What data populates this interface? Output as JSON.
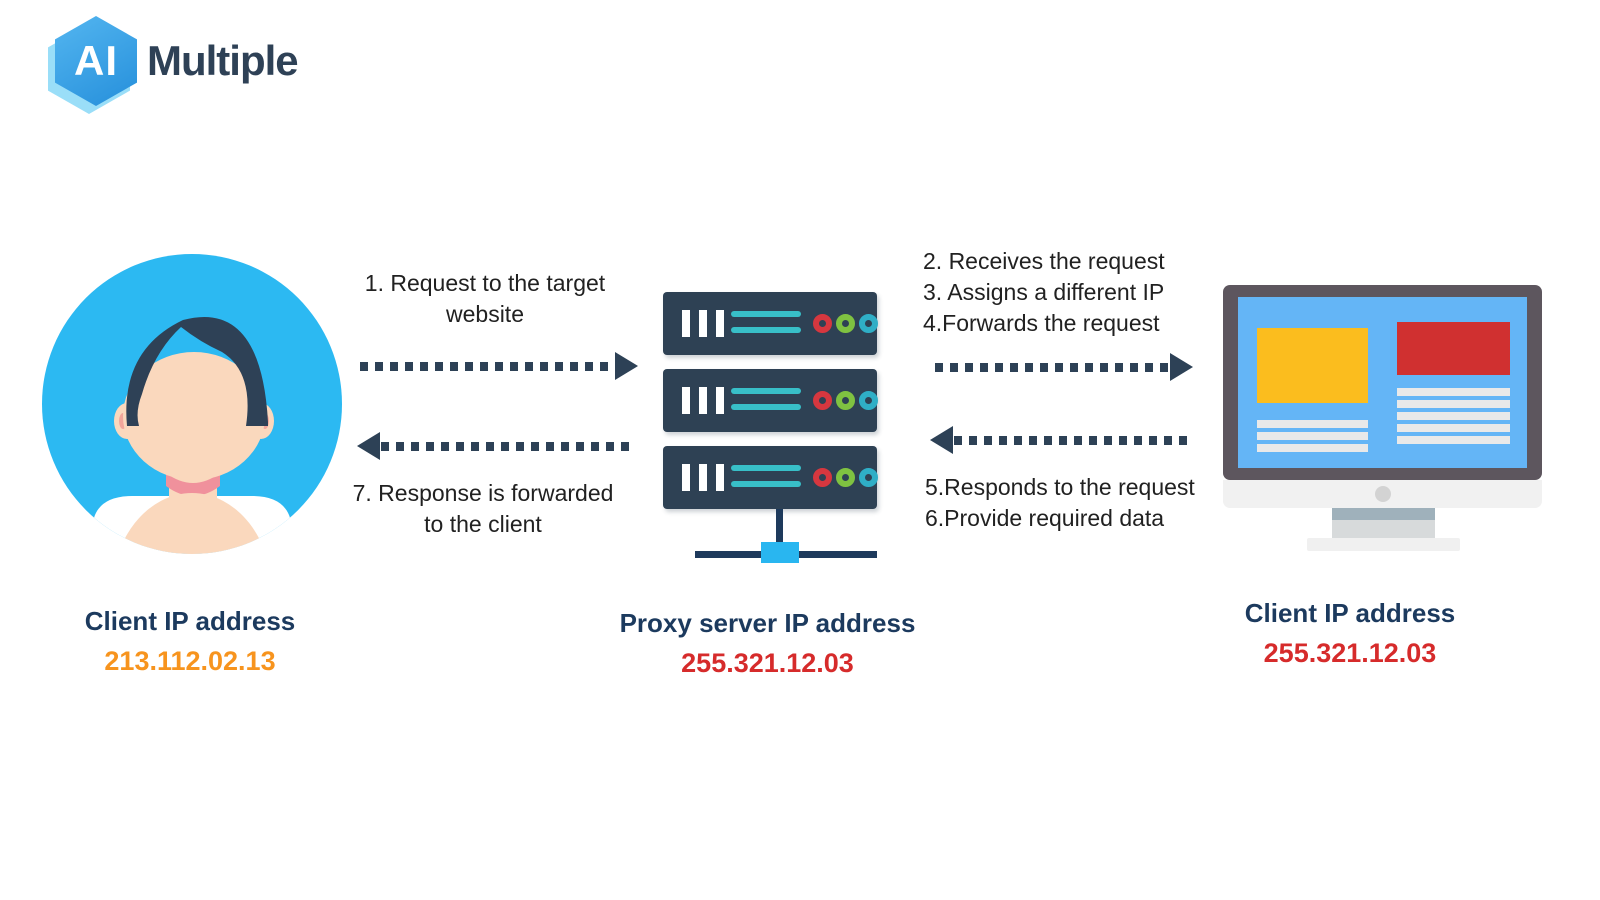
{
  "logo": {
    "hex_text": "AI",
    "wordmark": "Multiple",
    "hex_color": "#2f96de",
    "hex_shadow": "#9adef8",
    "wordmark_color": "#2e4156"
  },
  "flow": {
    "client": {
      "title": "Client IP address",
      "ip": "213.112.02.13",
      "ip_color": "#f7941e"
    },
    "proxy": {
      "title": "Proxy server IP address",
      "ip": "255.321.12.03",
      "ip_color": "#d62b2b"
    },
    "website": {
      "title": "Client IP address",
      "ip": "255.321.12.03",
      "ip_color": "#d62b2b"
    }
  },
  "steps": {
    "request_line1": "1. Request to the target",
    "request_line2": "website",
    "forward_lines": [
      "2. Receives the request",
      "3. Assigns a different IP",
      "4.Forwards the request"
    ],
    "respond_lines": [
      "5.Responds to the request",
      "6.Provide required data"
    ],
    "response_line1": "7. Response is forwarded",
    "response_line2": "to the client"
  },
  "colors": {
    "arrow": "#2d4156",
    "heading": "#1c3a5e",
    "step_text": "#212121",
    "server_body": "#2e4154",
    "server_vent": "#38bfc8",
    "led_red": "#d6373f",
    "led_green": "#7fc241",
    "led_teal": "#2faec6",
    "connector_blue": "#29b6f0",
    "avatar_circle": "#2cb9f2",
    "avatar_skin": "#fad8bd",
    "avatar_hair": "#2e4156",
    "avatar_collar": "#f0919c",
    "monitor_frame": "#5d565e",
    "monitor_screen": "#64b5f6",
    "screen_yellow": "#fbbd1e",
    "screen_red": "#d03030",
    "background": "#ffffff"
  }
}
